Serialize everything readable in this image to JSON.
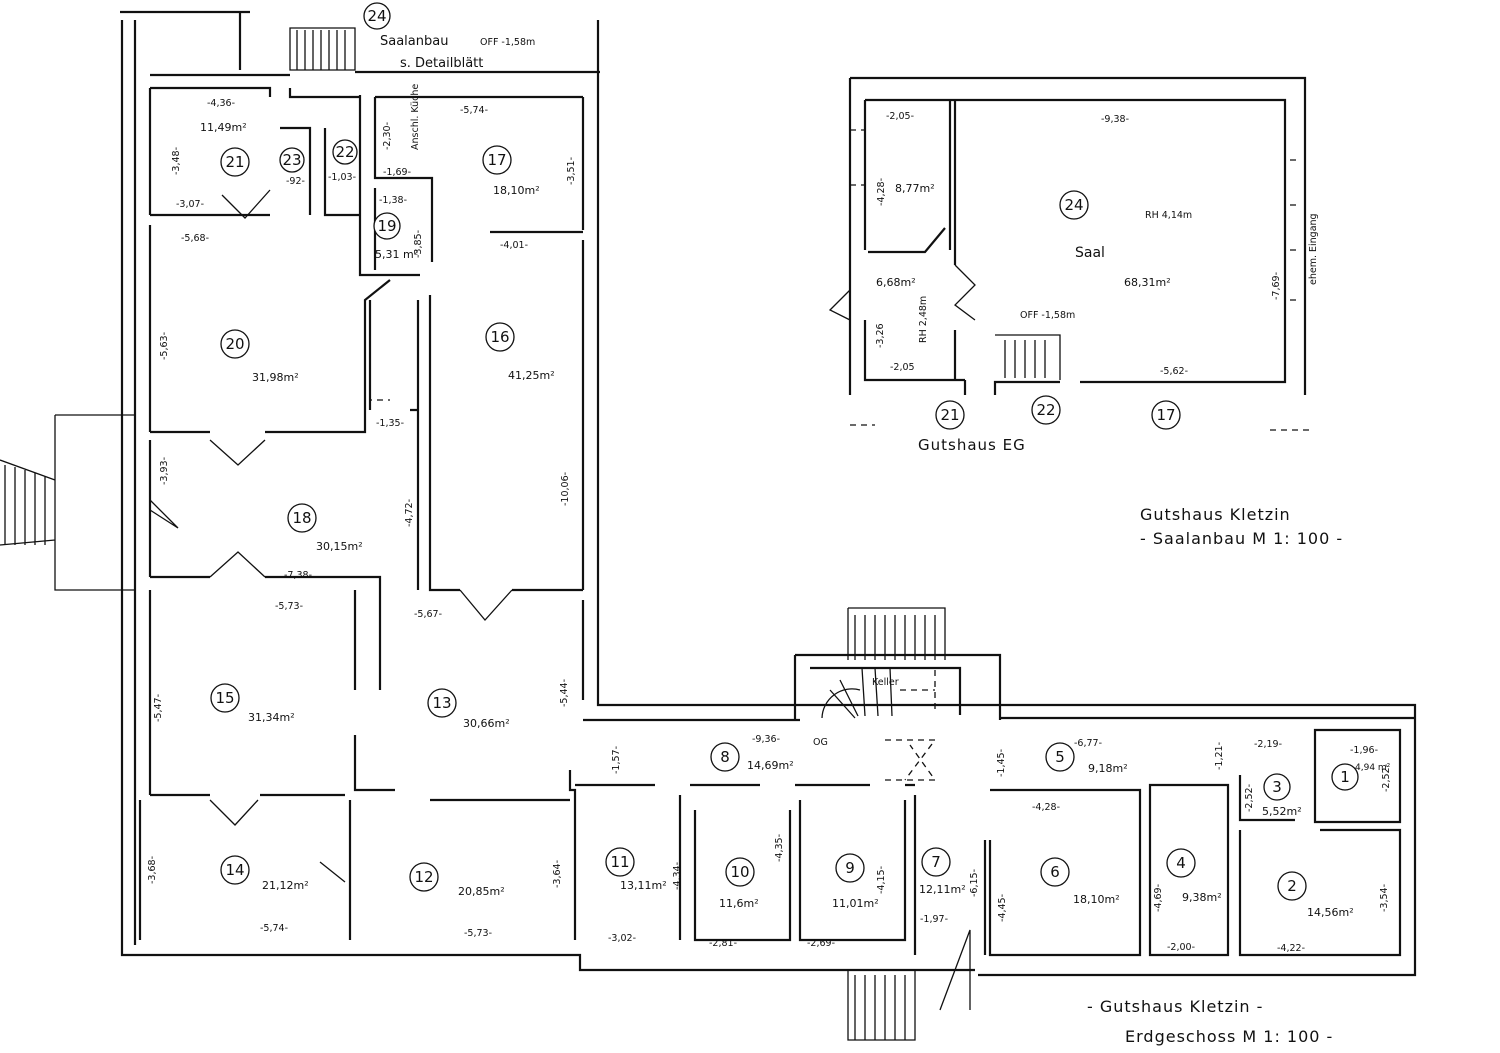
{
  "main_plan": {
    "title": "- Gutshaus Kletzin -",
    "subtitle": "Erdgeschoss  M 1: 100 -",
    "annex_note": {
      "number": "24",
      "name": "Saalanbau",
      "level": "OFF -1,58m",
      "ref": "s. Detailblätt"
    },
    "rooms": {
      "r1": {
        "number": "1",
        "area": "4,94 m²"
      },
      "r2": {
        "number": "2",
        "area": "14,56m²"
      },
      "r3": {
        "number": "3",
        "area": "5,52m²"
      },
      "r4": {
        "number": "4",
        "area": "9,38m²"
      },
      "r5": {
        "number": "5",
        "area": "9,18m²"
      },
      "r6": {
        "number": "6",
        "area": "18,10m²"
      },
      "r7": {
        "number": "7",
        "area": "12,11m²"
      },
      "r8": {
        "number": "8",
        "area": "14,69m²"
      },
      "r9": {
        "number": "9",
        "area": "11,01m²"
      },
      "r10": {
        "number": "10",
        "area": "11,6m²"
      },
      "r11": {
        "number": "11",
        "area": "13,11m²"
      },
      "r12": {
        "number": "12",
        "area": "20,85m²"
      },
      "r13": {
        "number": "13",
        "area": "30,66m²"
      },
      "r14": {
        "number": "14",
        "area": "21,12m²"
      },
      "r15": {
        "number": "15",
        "area": "31,34m²"
      },
      "r16": {
        "number": "16",
        "area": "41,25m²"
      },
      "r17": {
        "number": "17",
        "area": "18,10m²"
      },
      "r18": {
        "number": "18",
        "area": "30,15m²"
      },
      "r19": {
        "number": "19",
        "area": "5,31 m²"
      },
      "r20": {
        "number": "20",
        "area": "31,98m²"
      },
      "r21": {
        "number": "21",
        "area": "11,49m²"
      },
      "r22": {
        "number": "22"
      },
      "r23": {
        "number": "23"
      }
    },
    "notes": {
      "kitchen": "Anschl. Küche",
      "og": "OG",
      "keller": "Keller"
    },
    "dims": {
      "d1": "-4,36-",
      "d2": "-3,48-",
      "d3": "-3,07-",
      "d4": "-5,68-",
      "d5": "-92-",
      "d6": "-1,03-",
      "d7": "-2,30-",
      "d8": "-1,69-",
      "d9": "-1,38-",
      "d10": "-3,85-",
      "d11": "-5,74-",
      "d12": "-3,51-",
      "d13": "-4,01-",
      "d14": "-5,63-",
      "d15": "-1,35-",
      "d16": "-4,72-",
      "d17": "-10,06-",
      "d18": "-3,93-",
      "d19": "-7,38-",
      "d20": "-5,73-",
      "d21": "-5,67-",
      "d22": "-5,47-",
      "d23": "-5,44-",
      "d24": "-1,57-",
      "d25": "-9,36-",
      "d26": "-3,68-",
      "d27": "-5,74-",
      "d28": "-5,73-",
      "d29": "-3,64-",
      "d30": "-4,34-",
      "d31": "-4,35-",
      "d32": "-4,15-",
      "d33": "-3,02-",
      "d34": "-2,81-",
      "d35": "-2,69-",
      "d36": "-6,15-",
      "d37": "-1,97-",
      "d38": "-1,45-",
      "d39": "-6,77-",
      "d40": "-1,21-",
      "d41": "-2,19-",
      "d42": "-1,96-",
      "d43": "-2,52-",
      "d44": "-2,52-",
      "d45": "-4,28-",
      "d46": "-4,45-",
      "d47": "-4,69-",
      "d48": "-2,00-",
      "d49": "-4,22-",
      "d50": "-3,54-"
    }
  },
  "detail_plan": {
    "title": "Gutshaus Kletzin",
    "subtitle": "- Saalanbau M 1: 100 -",
    "caption": "Gutshaus EG",
    "hall": {
      "number": "24",
      "name": "Saal",
      "area": "68,31m²",
      "height": "RH 4,14m",
      "level": "OFF -1,58m"
    },
    "side_room": {
      "area": "8,77m²"
    },
    "vestibule": {
      "area": "6,68m²",
      "height": "RH 2,48m"
    },
    "entrance_note": "ehem. Eingang",
    "refs": [
      "21",
      "22",
      "17"
    ],
    "dims": {
      "a": "-2,05-",
      "b": "-9,38-",
      "c": "-4,28-",
      "d": "-7,69-",
      "e": "-3,26",
      "f": "-2,05",
      "g": "-5,62-"
    }
  }
}
